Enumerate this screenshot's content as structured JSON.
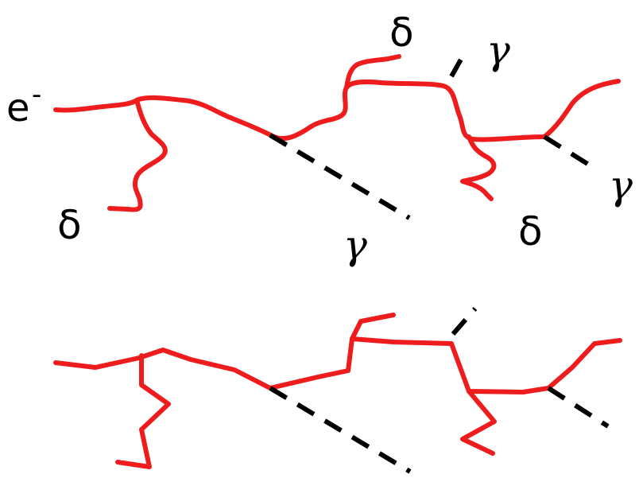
{
  "colors": {
    "electron_track": "#ee1c1c",
    "photon_path": "#000000",
    "background": "#ffffff"
  },
  "labels": {
    "electron": "e",
    "electron_charge": "-",
    "delta": "δ",
    "gamma": "γ"
  }
}
